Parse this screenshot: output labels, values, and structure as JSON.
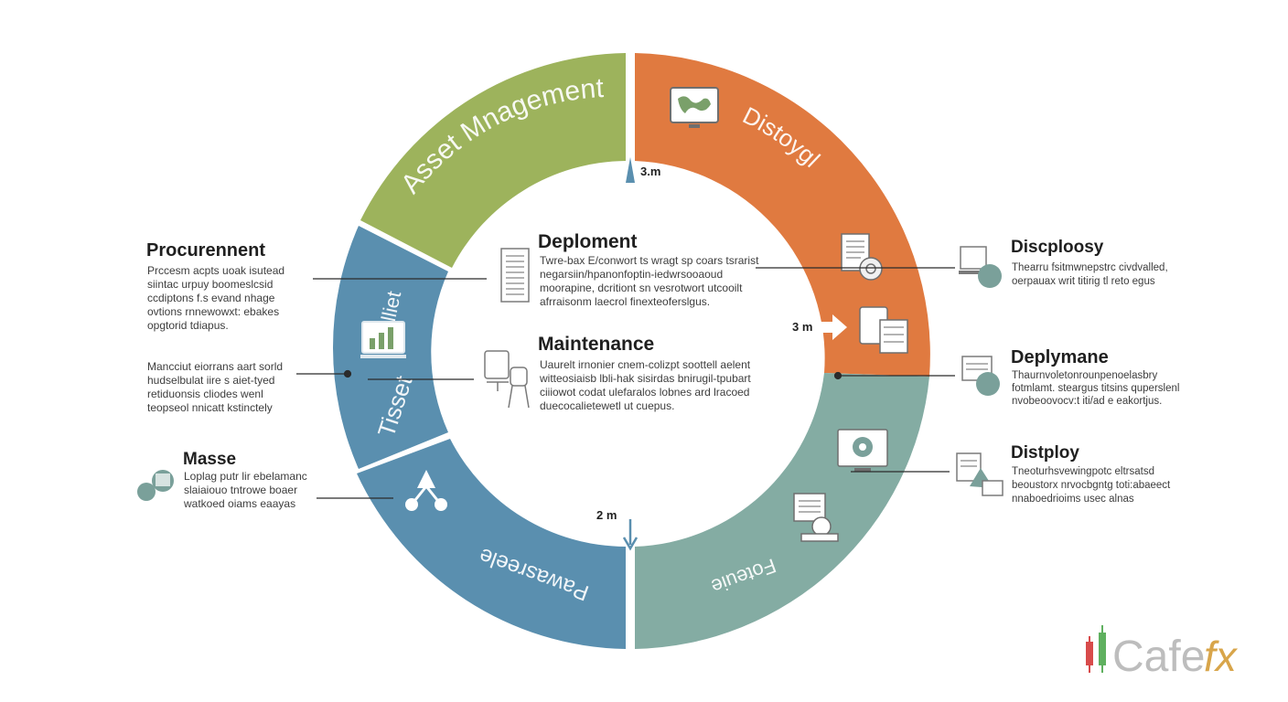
{
  "colors": {
    "green": "#9db35c",
    "orange": "#e07a40",
    "blue": "#5a8faf",
    "teal": "#84aca3",
    "line": "#2b2b2b",
    "icon_stroke": "#6f6f6f"
  },
  "ring": {
    "asset_management": "Asset Mnagement",
    "distoygl": "Distoygl",
    "plliet": "Plliet",
    "tisset": "Tisset",
    "pawasreele": "Pawasreele",
    "foteuie": "Foteuie"
  },
  "markers": {
    "top": "3.m",
    "right": "3 m",
    "bottom": "2 m"
  },
  "annotations": {
    "procurement": {
      "title": "Procurennent",
      "lines": [
        "Prccesm acpts uoak isutead",
        "siintac urpuy boomeslcsid",
        "ccdiptons f.s evand nhage",
        "ovtions rnnewowxt: ebakes",
        "opgtorid tdiapus."
      ]
    },
    "left_middle": {
      "lines": [
        "Mancciut eiorrans aart sorld",
        "hudselbulat iire s aiet-tyed",
        "retiduonsis cliodes wenl",
        "teopseol nnicatt kstinctely"
      ]
    },
    "masse": {
      "title": "Masse",
      "lines": [
        "Loplag putr lir ebelamanc",
        "slaiaiouo tntrowe boaer",
        "watkoed oiams eaayas"
      ]
    },
    "deploment": {
      "title": "Deploment",
      "lines": [
        "Twre-bax E/conwort ts wragt sp coars tsrarist",
        "negarsiin/hpanonfoptin-iedwrsooaoud",
        "moorapine, dcritiont sn vesrotwort utcooilt",
        "afrraisonm laecrol finexteoferslgus."
      ]
    },
    "maintenance": {
      "title": "Maintenance",
      "lines": [
        "Uaurelt irnonier cnem-colizpt soottell aelent",
        "witteosiaisb lbli-hak sisirdas bnirugil-tpubart",
        "ciiiowot codat ulefaralos lobnes ard lracoed",
        "duecocalietewetl ut cuepus."
      ]
    },
    "disploysy": {
      "title": "Discploosy",
      "lines": [
        "Thearru fsitmwnepstrc civdvalled,",
        "oerpauax writ titirig tl reto egus"
      ]
    },
    "deplymane": {
      "title": "Deplymane",
      "lines": [
        "Thaurnvoletonrounpenoelasbry",
        "fotmlamt. steargus titsins quperslenl",
        "nvobeoovocv:t iti/ad e eakortjus."
      ]
    },
    "distploy": {
      "title": "Distploy",
      "lines": [
        "Tneoturhsvewingpotc eltrsatsd",
        "beoustorx nrvocbgntg toti:abaeect",
        "nnaboedrioims usec alnas"
      ]
    }
  },
  "logo": {
    "text_main": "Cafe",
    "text_accent": "fx"
  }
}
